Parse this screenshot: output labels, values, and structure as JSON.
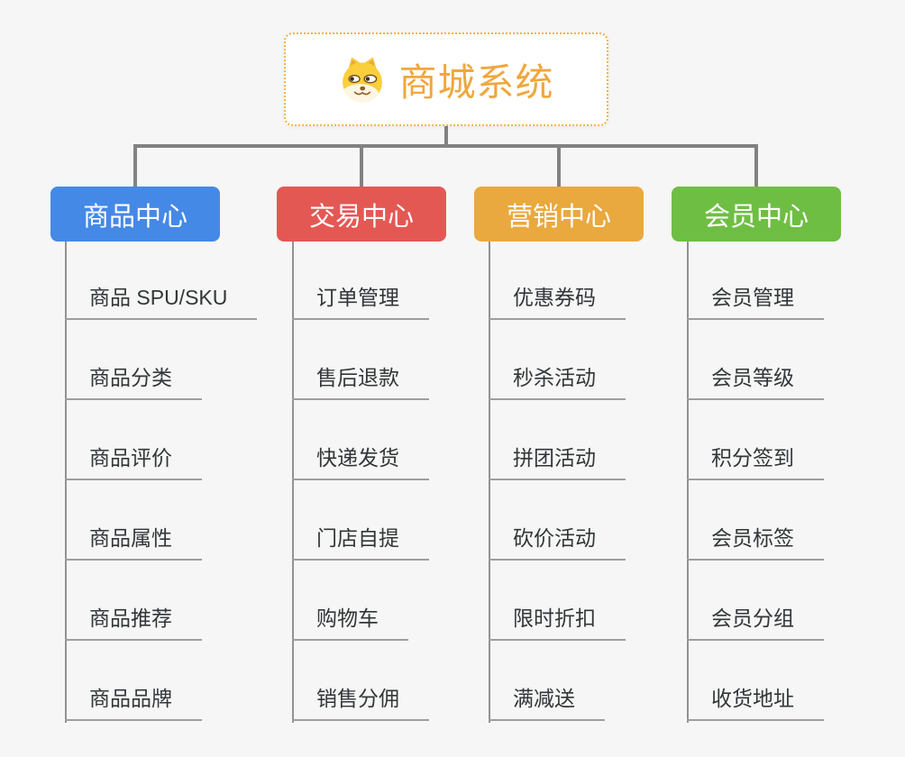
{
  "root": {
    "title": "商城系统",
    "icon": "doge-icon",
    "title_color": "#efa73e",
    "border_color": "#f2b440"
  },
  "connector_color": "#828282",
  "underline_color": "#9e9e9e",
  "background_color": "#f5f6f5",
  "branches": [
    {
      "label": "商品中心",
      "color": "#4589e6",
      "items": [
        "商品 SPU/SKU",
        "商品分类",
        "商品评价",
        "商品属性",
        "商品推荐",
        "商品品牌"
      ]
    },
    {
      "label": "交易中心",
      "color": "#e45854",
      "items": [
        "订单管理",
        "售后退款",
        "快递发货",
        "门店自提",
        "购物车",
        "销售分佣"
      ]
    },
    {
      "label": "营销中心",
      "color": "#e9a93f",
      "items": [
        "优惠券码",
        "秒杀活动",
        "拼团活动",
        "砍价活动",
        "限时折扣",
        "满减送"
      ]
    },
    {
      "label": "会员中心",
      "color": "#6fbe44",
      "items": [
        "会员管理",
        "会员等级",
        "积分签到",
        "会员标签",
        "会员分组",
        "收货地址"
      ]
    }
  ]
}
